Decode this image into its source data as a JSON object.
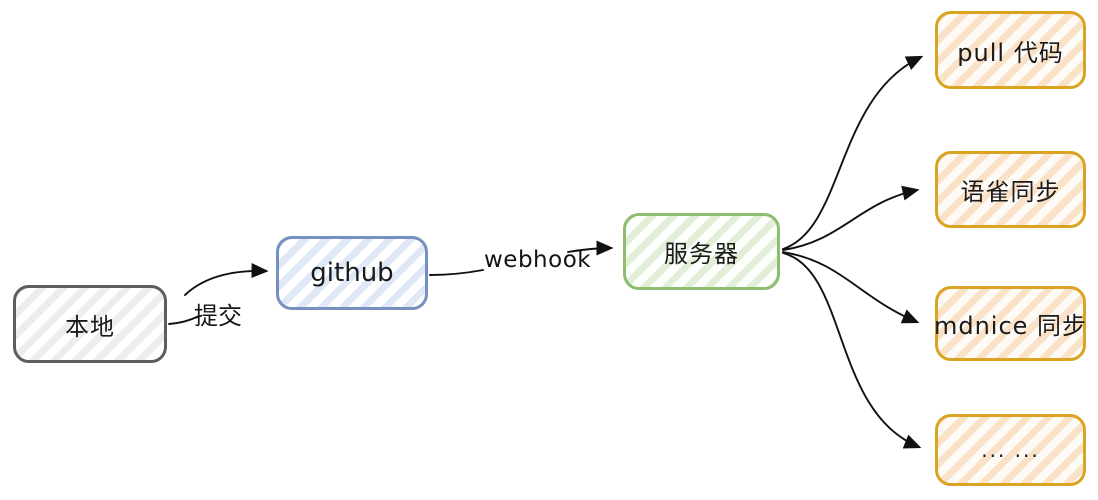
{
  "diagram": {
    "type": "flowchart",
    "style": "hand-drawn (excalidraw-like), hatched fills",
    "nodes": [
      {
        "id": "local",
        "label": "本地",
        "color": "#5d5d5d"
      },
      {
        "id": "github",
        "label": "github",
        "color": "#7690c1"
      },
      {
        "id": "server",
        "label": "服务器",
        "color": "#8cbd70"
      },
      {
        "id": "pull",
        "label": "pull 代码",
        "color": "#d9a422"
      },
      {
        "id": "yuque",
        "label": "语雀同步",
        "color": "#d9a422"
      },
      {
        "id": "mdnice",
        "label": "mdnice 同步",
        "color": "#d9a422"
      },
      {
        "id": "more",
        "label": "... ...",
        "color": "#d9a422"
      }
    ],
    "edges": [
      {
        "from": "local",
        "to": "github",
        "label": "提交"
      },
      {
        "from": "github",
        "to": "server",
        "label": "webhook"
      },
      {
        "from": "server",
        "to": "pull",
        "label": ""
      },
      {
        "from": "server",
        "to": "yuque",
        "label": ""
      },
      {
        "from": "server",
        "to": "mdnice",
        "label": ""
      },
      {
        "from": "server",
        "to": "more",
        "label": ""
      }
    ],
    "edge_labels": {
      "commit": "提交",
      "webhook": "webhook"
    },
    "arrow_color": "#111111",
    "background": "#ffffff"
  }
}
